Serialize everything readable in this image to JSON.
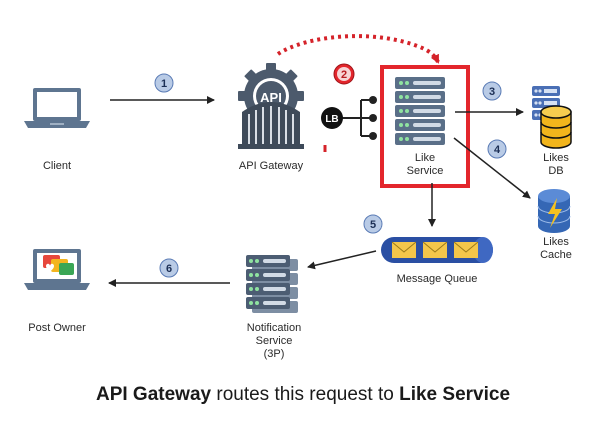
{
  "nodes": {
    "client": "Client",
    "api_gateway": "API Gateway",
    "load_balancer": "LB",
    "like_service": [
      "Like",
      "Service"
    ],
    "likes_db": [
      "Likes",
      "DB"
    ],
    "likes_cache": [
      "Likes",
      "Cache"
    ],
    "message_queue": "Message Queue",
    "notification_service": [
      "Notification",
      "Service",
      "(3P)"
    ],
    "post_owner": "Post Owner",
    "api_logo_text": "API"
  },
  "steps": [
    "1",
    "2",
    "3",
    "4",
    "5",
    "6"
  ],
  "caption": {
    "part1": "API Gateway",
    "part2": " routes this request to ",
    "part3": "Like Service"
  },
  "colors": {
    "highlight": "#e3262c",
    "step_badge": "#b9cbe6",
    "server": "#5a6f88",
    "db": "#f2b51c",
    "envelope": "#f4c64a",
    "queue": "#2a4fa3"
  }
}
